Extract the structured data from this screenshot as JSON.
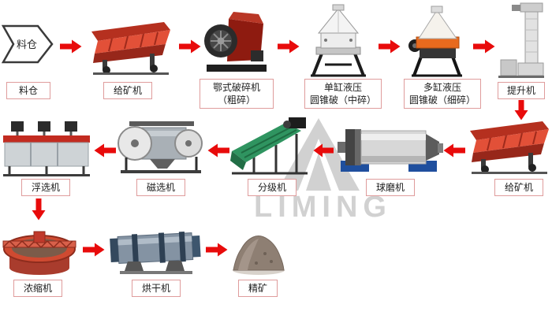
{
  "watermark": {
    "text": "LIMING"
  },
  "colors": {
    "arrow": "#e80b0b",
    "label_border": "#df9c9c",
    "watermark": "#c9c9c9"
  },
  "silo_text": "料仓",
  "steps": [
    {
      "id": "silo",
      "label": "料仓"
    },
    {
      "id": "feeder-1",
      "label": "给矿机"
    },
    {
      "id": "jaw-crusher",
      "line1": "鄂式破碎机",
      "line2": "（粗碎）"
    },
    {
      "id": "single-cylinder-hydraulic-cone-crusher",
      "line1": "单缸液压",
      "line2": "圆锥破（中碎）"
    },
    {
      "id": "multi-cylinder-hydraulic-cone-crusher",
      "line1": "多缸液压",
      "line2": "圆锥破（细碎）"
    },
    {
      "id": "bucket-elevator",
      "label": "提升机"
    },
    {
      "id": "feeder-2",
      "label": "给矿机"
    },
    {
      "id": "ball-mill",
      "label": "球磨机"
    },
    {
      "id": "classifier",
      "label": "分级机"
    },
    {
      "id": "magnetic-separator",
      "label": "磁选机"
    },
    {
      "id": "flotation-machine",
      "label": "浮选机"
    },
    {
      "id": "thickener",
      "label": "浓缩机"
    },
    {
      "id": "dryer",
      "label": "烘干机"
    },
    {
      "id": "concentrate",
      "label": "精矿"
    }
  ]
}
